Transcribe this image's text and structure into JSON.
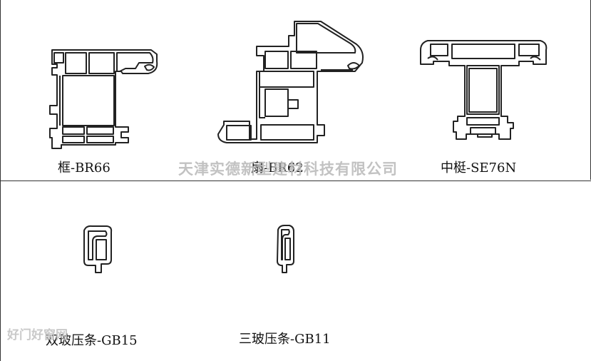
{
  "profiles": [
    {
      "label": "框-BR66",
      "icon": "frame-profile-icon"
    },
    {
      "label": "扇-BR62",
      "icon": "sash-profile-icon"
    },
    {
      "label": "中梃-SE76N",
      "icon": "mullion-profile-icon"
    },
    {
      "label": "双玻压条-GB15",
      "icon": "double-glazing-bead-icon"
    },
    {
      "label": "三玻压条-GB11",
      "icon": "triple-glazing-bead-icon"
    }
  ],
  "watermarks": {
    "company": "天津实德新型建材科技有限公司",
    "site": "好门好窗网"
  },
  "colors": {
    "line": "#222222",
    "background": "#ffffff",
    "watermark": "#b8b8b8"
  }
}
